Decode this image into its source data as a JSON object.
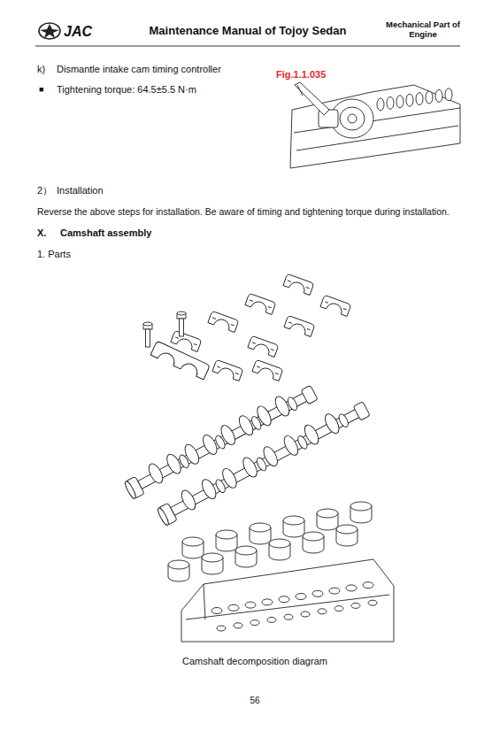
{
  "diagram": {
    "title": "Maintenance Manual of Tojoy Sedan",
    "caption": "Camshaft decomposition diagram",
    "labels": [
      "JAC",
      "Mechanical Part of Engine",
      "k)",
      "Dismantle intake cam timing controller",
      "■",
      "Tightening torque: 64.5±5.5 N·m",
      "Fig.1.1.035",
      "2）",
      "Installation",
      "Reverse the above steps for installation. Be aware of timing and tightening torque during installation.",
      "X.",
      "Camshaft assembly",
      "1. Parts",
      "56"
    ]
  }
}
